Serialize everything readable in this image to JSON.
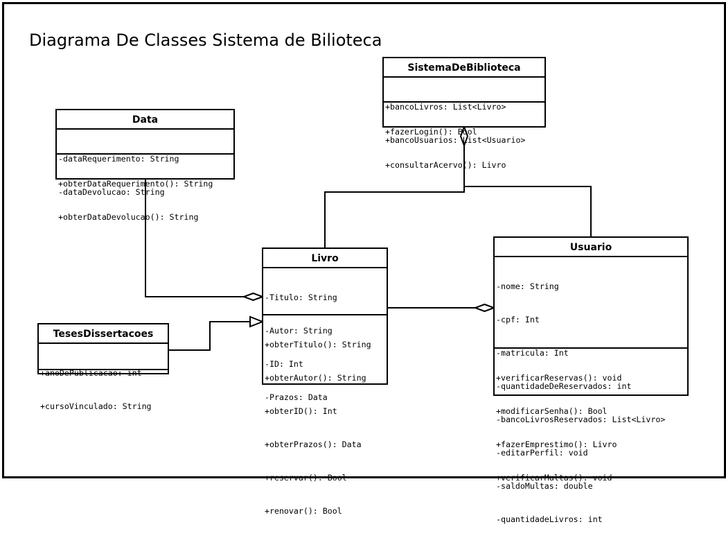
{
  "diagram_title": "Diagrama De Classes Sistema de Bilioteca",
  "classes": {
    "sistema": {
      "name": "SistemaDeBiblioteca",
      "attributes": [
        "+bancoLivros: List<Livro>",
        "+bancoUsuarios: List<Usuario>"
      ],
      "methods": [
        "+fazerLogin(): Bool",
        "+consultarAcervo(): Livro"
      ]
    },
    "data": {
      "name": "Data",
      "attributes": [
        "-dataRequerimento: String",
        "-dataDevolucao: String"
      ],
      "methods": [
        "+obterDataRequerimento(): String",
        "+obterDataDevolucao(): String"
      ]
    },
    "livro": {
      "name": "Livro",
      "attributes": [
        "-Titulo: String",
        "-Autor: String",
        "-ID: Int",
        "-Prazos: Data"
      ],
      "methods": [
        "+obterTitulo(): String",
        "+obterAutor(): String",
        "+obterID(): Int",
        "+obterPrazos(): Data",
        "+reservar(): Bool",
        "+renovar(): Bool"
      ]
    },
    "usuario": {
      "name": "Usuario",
      "attributes": [
        "-nome: String",
        "-cpf: Int",
        "-matricula: Int",
        "-quantidadeDeReservados: int",
        "-bancoLivrosReservados: List<Livro>",
        "-editarPerfil: void",
        "-saldoMultas: double",
        "-quantidadeLivros: int"
      ],
      "methods": [
        "+verificarReservas(): void",
        "+modificarSenha(): Bool",
        "+fazerEmprestimo(): Livro",
        "+verificarMultas(): void"
      ]
    },
    "teses": {
      "name": "TesesDissertacoes",
      "attributes": [
        "+anoDePublicacao: int",
        "+cursoVinculado: String"
      ],
      "methods": []
    }
  }
}
